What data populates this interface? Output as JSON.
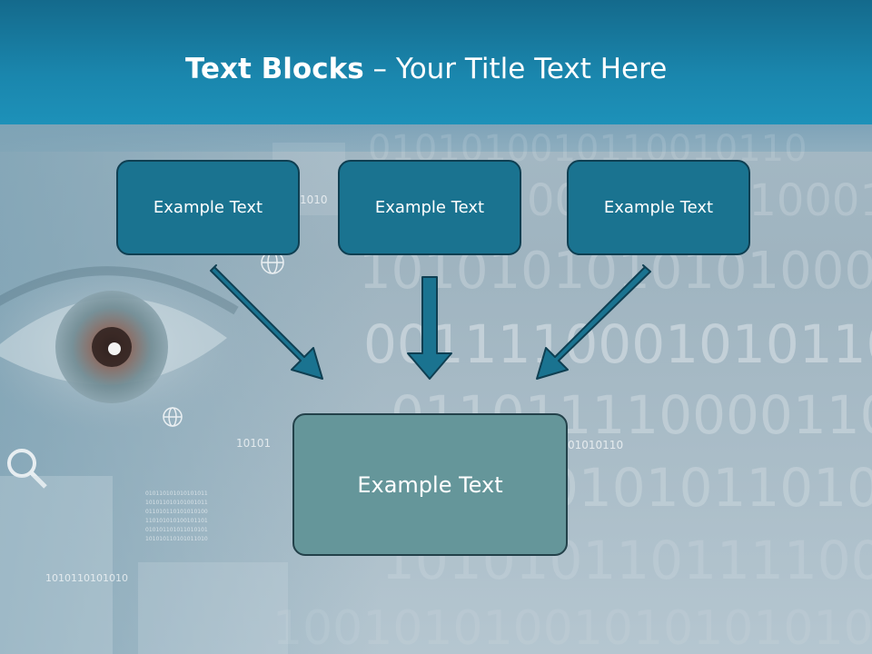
{
  "slide": {
    "title_bold": "Text Blocks",
    "title_dash": " – ",
    "title_rest": "Your Title Text Here",
    "boxes_top": [
      {
        "label": "Example Text"
      },
      {
        "label": "Example Text"
      },
      {
        "label": "Example Text"
      }
    ],
    "box_bottom": {
      "label": "Example Text"
    }
  },
  "colors": {
    "title_bar": "#1a86ad",
    "box_fill": "#1a7390",
    "box_border": "#0f3f52",
    "bottom_box_fill": "#65969a",
    "arrow": "#1a7390"
  },
  "icons": [
    "eye-image",
    "search-icon",
    "globe-icon",
    "binary-pattern"
  ]
}
